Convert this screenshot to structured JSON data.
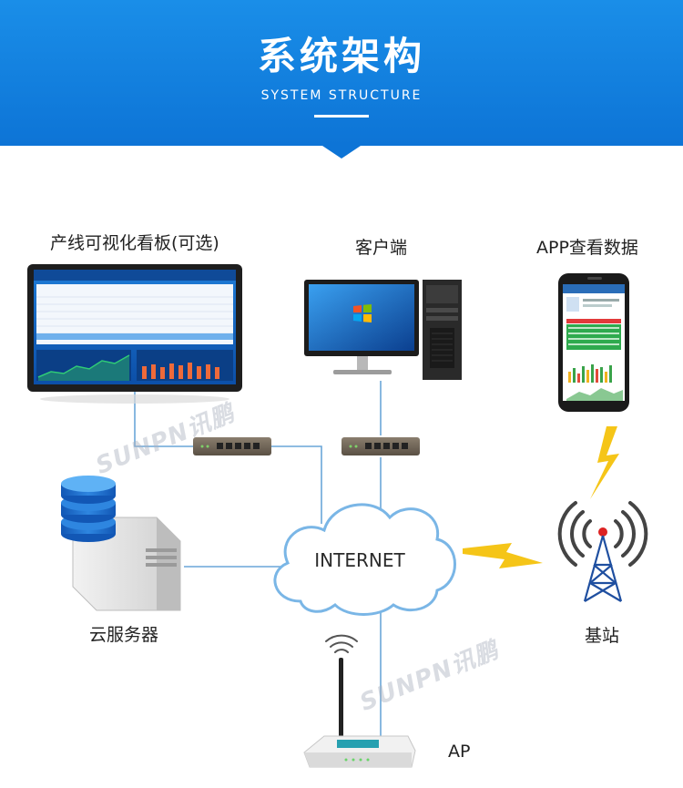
{
  "header": {
    "title": "系统架构",
    "subtitle": "SYSTEM STRUCTURE"
  },
  "nodes": {
    "dashboard_label": "产线可视化看板(可选)",
    "client_label": "客户端",
    "app_label": "APP查看数据",
    "cloud_server_label": "云服务器",
    "internet_label": "INTERNET",
    "base_station_label": "基站",
    "ap_label": "AP"
  },
  "watermark": "SUNPN讯鹏",
  "colors": {
    "header_blue": "#0d74d6",
    "link_line": "#6aa6d8",
    "lightning": "#f5c518",
    "cloud_stroke": "#7ab6e6"
  }
}
